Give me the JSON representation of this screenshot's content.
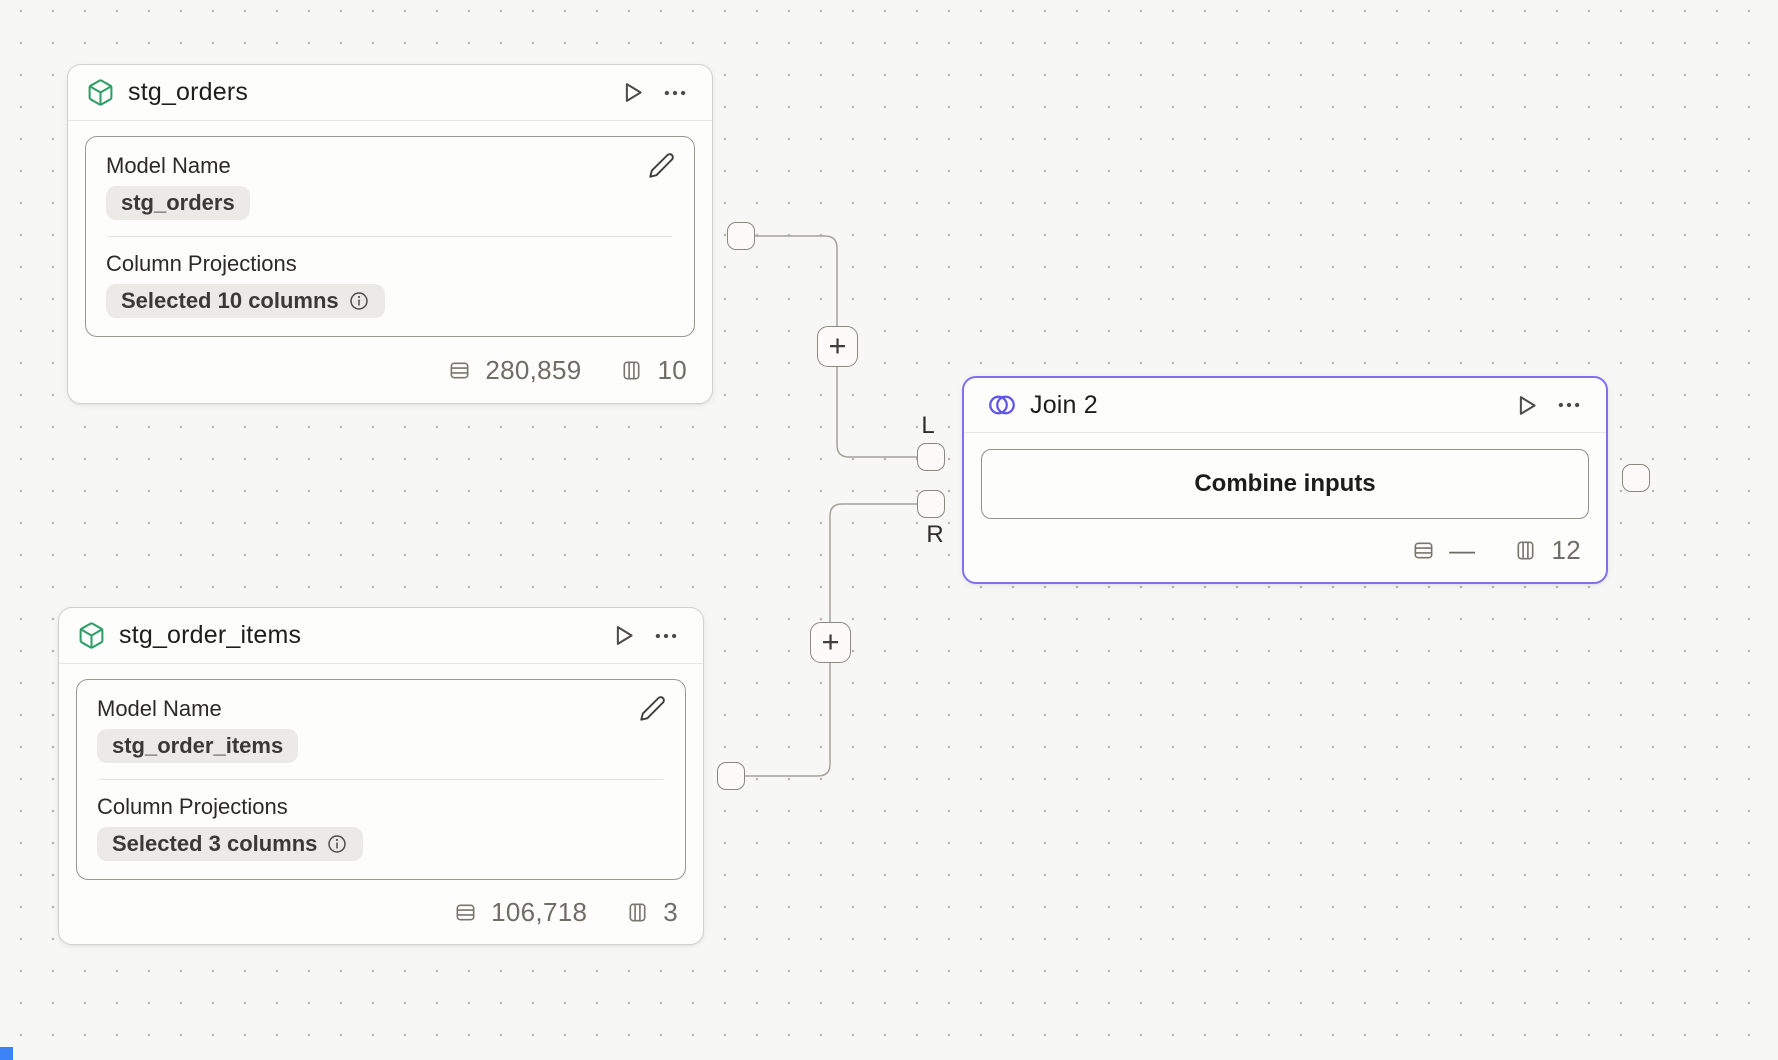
{
  "canvas": {
    "background_color": "#f7f7f5",
    "dot_color": "#bcb9b4",
    "wire_color": "#a6a29c",
    "accent_purple": "#7e72f3",
    "accent_green": "#2f9e68",
    "selection_blue": "#3b82f6"
  },
  "icons": {
    "model_node": "box-icon",
    "join_node": "venn-circles-icon",
    "run": "play-icon",
    "menu": "ellipsis-icon",
    "edit": "pencil-icon",
    "info": "info-circle-icon",
    "rows": "table-rows-icon",
    "columns": "table-columns-icon"
  },
  "nodes": {
    "stg_orders": {
      "title": "stg_orders",
      "model_name_label": "Model Name",
      "model_name_value": "stg_orders",
      "column_projections_label": "Column Projections",
      "column_projections_value": "Selected 10 columns",
      "row_count": "280,859",
      "column_count": "10"
    },
    "stg_order_items": {
      "title": "stg_order_items",
      "model_name_label": "Model Name",
      "model_name_value": "stg_order_items",
      "column_projections_label": "Column Projections",
      "column_projections_value": "Selected 3 columns",
      "row_count": "106,718",
      "column_count": "3"
    },
    "join": {
      "title": "Join 2",
      "combine_button_label": "Combine inputs",
      "row_count": "—",
      "column_count": "12",
      "left_port_label": "L",
      "right_port_label": "R"
    }
  },
  "connectors": {
    "add_button_label": "+"
  }
}
